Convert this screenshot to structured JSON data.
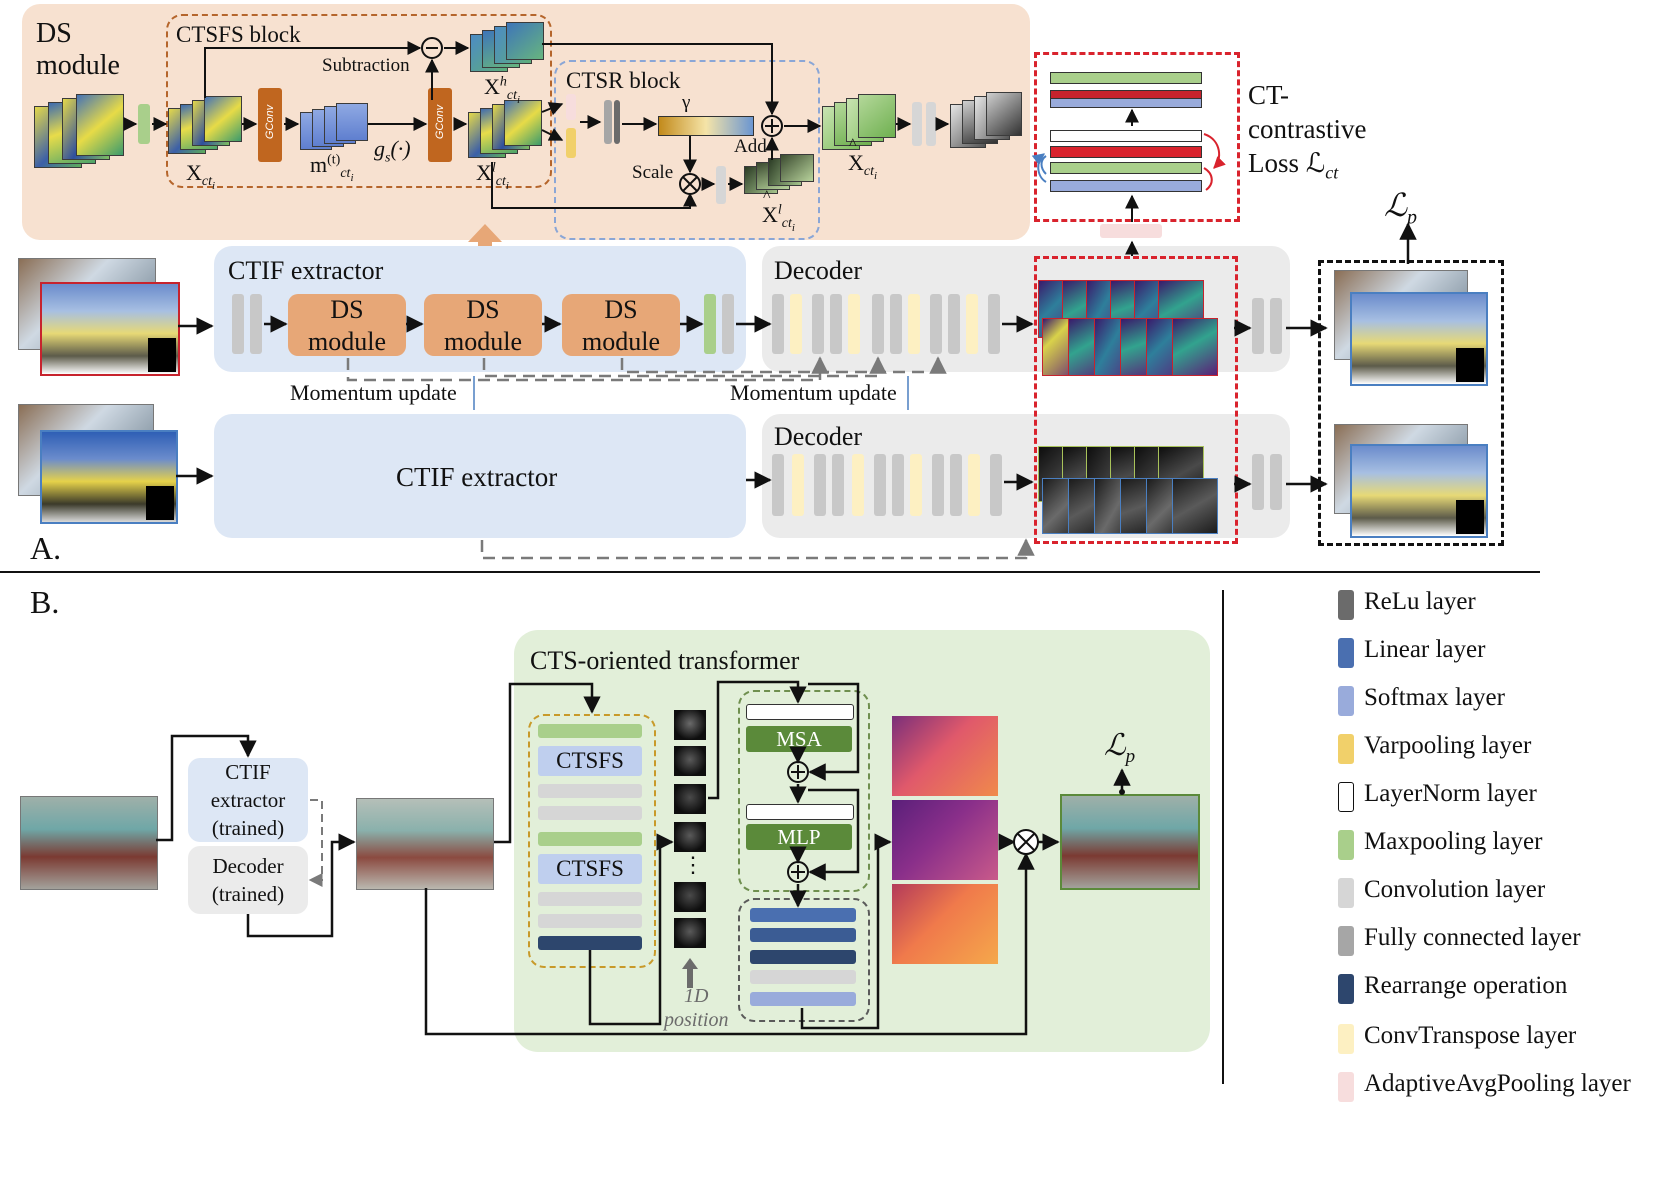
{
  "section_a": {
    "label": "A.",
    "ds_module_title_line1": "DS",
    "ds_module_title_line2": "module",
    "ctsfs_block_title": "CTSFS block",
    "subtraction_label": "Subtraction",
    "ctsr_block_title": "CTSR block",
    "gamma_label": "γ",
    "scale_label": "Scale",
    "add_label": "Add",
    "x_cti_label": "X",
    "m_cti_label": "m",
    "gs_label": "g",
    "gconv_label": "GConv",
    "ct_loss_line1": "CT-",
    "ct_loss_line2": "contrastive",
    "ct_loss_line3": "Loss ℒ",
    "lp_label": "ℒ",
    "ctif_extractor_top": "CTIF extractor",
    "ctif_extractor_bottom": "CTIF extractor",
    "ds_module_word1": "DS",
    "ds_module_word2": "module",
    "decoder_top": "Decoder",
    "decoder_bottom": "Decoder",
    "momentum_update_left": "Momentum update",
    "momentum_update_right": "Momentum update"
  },
  "section_b": {
    "label": "B.",
    "ctif_trained_line1": "CTIF",
    "ctif_trained_line2": "extractor",
    "ctif_trained_line3": "(trained)",
    "decoder_trained_line1": "Decoder",
    "decoder_trained_line2": "(trained)",
    "transformer_title": "CTS-oriented transformer",
    "ctsfs_1": "CTSFS",
    "ctsfs_2": "CTSFS",
    "msa": "MSA",
    "mlp": "MLP",
    "position_line1": "1D",
    "position_line2": "position",
    "ellipsis": "⋮",
    "lp_label": "ℒ"
  },
  "legend": [
    {
      "label": "ReLu layer",
      "color": "#6b6b6b"
    },
    {
      "label": "Linear layer",
      "color": "#4a6fb0"
    },
    {
      "label": "Softmax layer",
      "color": "#99abdb"
    },
    {
      "label": "Varpooling layer",
      "color": "#f1d06a"
    },
    {
      "label": "LayerNorm layer",
      "color": "#ffffff"
    },
    {
      "label": "Maxpooling layer",
      "color": "#a9cf8b"
    },
    {
      "label": "Convolution layer",
      "color": "#d6d6d6"
    },
    {
      "label": "Fully connected layer",
      "color": "#a6a6a6"
    },
    {
      "label": "Rearrange operation",
      "color": "#2d466d"
    },
    {
      "label": "ConvTranspose layer",
      "color": "#fdf0c2"
    },
    {
      "label": "AdaptiveAvgPooling layer",
      "color": "#f7dddd"
    }
  ],
  "colors": {
    "ds_panel": "#f7e1d0",
    "ctif_panel": "#dde7f5",
    "decoder_panel": "#ebebeb",
    "transformer_panel": "#e2efd9",
    "ds_module": "#e7a777",
    "gconv": "#c0661f",
    "msa_mlp": "#5b8a3a",
    "red_dash": "#d9232d"
  }
}
